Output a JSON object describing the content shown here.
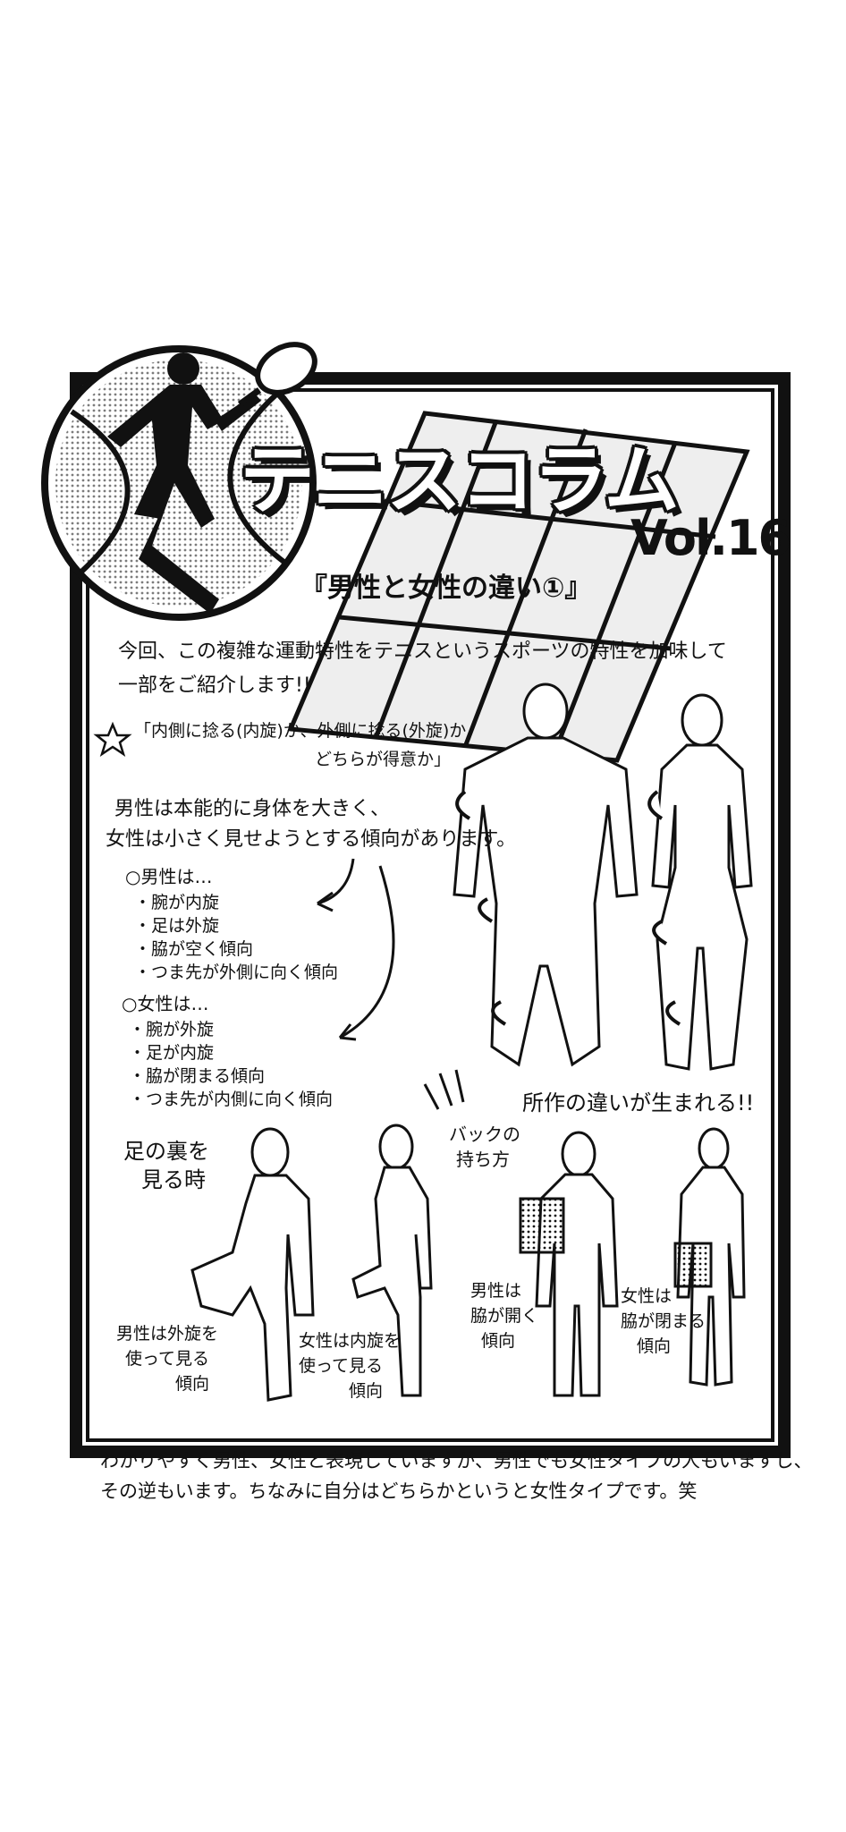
{
  "title": "テニスコラム",
  "volume": "Vol.16",
  "subtitle": "『男性と女性の違い①』",
  "intro": {
    "line1": "今回、この複雑な運動特性をテニスというスポーツの特性を加味して",
    "line2": "一部をご紹介します!!"
  },
  "question": {
    "line1": "「内側に捻る(内旋)か、外側に捻る(外旋)か",
    "line2": "どちらが得意か」"
  },
  "tendency": {
    "line1": "男性は本能的に身体を大きく、",
    "line2": "女性は小さく見せようとする傾向があります。"
  },
  "male": {
    "heading": "○男性は…",
    "items": [
      "・腕が内旋",
      "・足は外旋",
      "・脇が空く傾向",
      "・つま先が外側に向く傾向"
    ]
  },
  "female": {
    "heading": "○女性は…",
    "items": [
      "・腕が外旋",
      "・足が内旋",
      "・脇が閉まる傾向",
      "・つま先が内側に向く傾向"
    ]
  },
  "difference": "所作の違いが生まれる!!",
  "scene1": {
    "title_line1": "足の裏を",
    "title_line2": "見る時",
    "male_line1": "男性は外旋を",
    "male_line2": "使って見る",
    "male_line3": "傾向",
    "female_line1": "女性は内旋を",
    "female_line2": "使って見る",
    "female_line3": "傾向"
  },
  "scene2": {
    "title_line1": "バックの",
    "title_line2": "持ち方",
    "male_line1": "男性は",
    "male_line2": "脇が開く",
    "male_line3": "傾向",
    "female_line1": "女性は",
    "female_line2": "脇が閉まる",
    "female_line3": "傾向"
  },
  "footer": {
    "line1": "わかりやすく男性、女性と表現していますが、男性でも女性タイプの人もいますし、",
    "line2": "その逆もいます。ちなみに自分はどちらかというと女性タイプです。笑"
  }
}
